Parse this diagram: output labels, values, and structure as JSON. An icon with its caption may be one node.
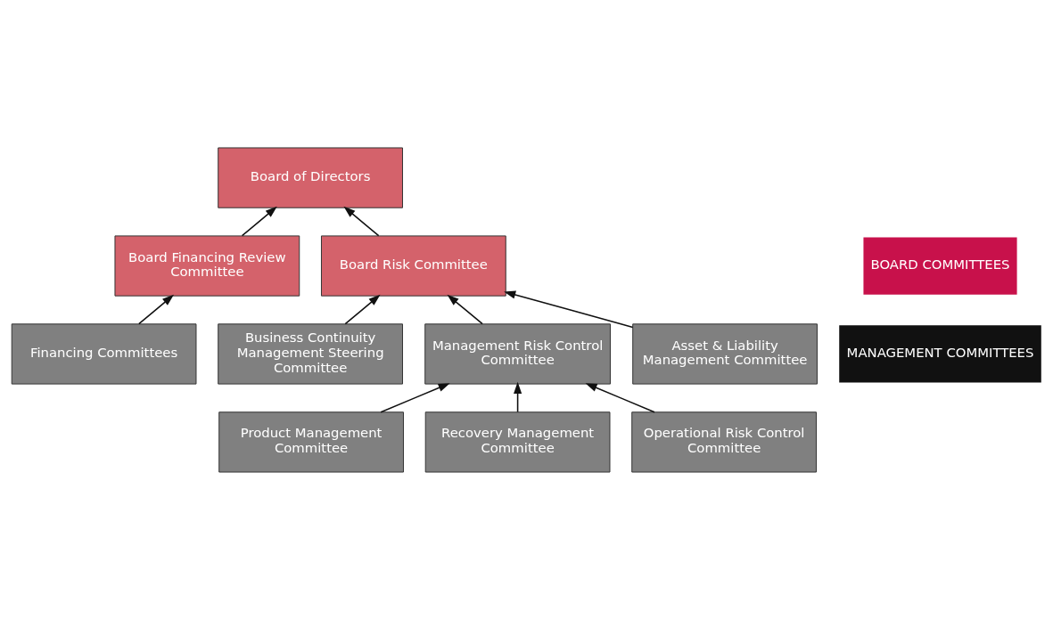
{
  "diagram": {
    "nodes": [
      {
        "text": [
          "Board of Directors"
        ]
      },
      {
        "text": [
          "Board Financing Review Committee"
        ]
      },
      {
        "text": [
          "Board Risk Committee"
        ]
      },
      {
        "text": [
          "Financing Committees"
        ]
      },
      {
        "text": [
          "Business Continuity Management Steering Committee"
        ]
      },
      {
        "text": [
          "Management Risk Control Committee"
        ]
      },
      {
        "text": [
          "Asset & Liability Management Committee"
        ]
      },
      {
        "text": [
          "Product Management Committee"
        ]
      },
      {
        "text": [
          "Recovery Management Committee"
        ]
      },
      {
        "text": [
          "Operational Risk Control Committee"
        ]
      }
    ],
    "edges": [
      {
        "from": 1,
        "to": 0,
        "arrow": "to"
      },
      {
        "from": 2,
        "to": 0,
        "arrow": "to"
      },
      {
        "from": 3,
        "to": 1,
        "arrow": "to"
      },
      {
        "from": 4,
        "to": 2,
        "arrow": "to"
      },
      {
        "from": 5,
        "to": 2,
        "arrow": "to"
      },
      {
        "from": 6,
        "to": 2,
        "arrow": "to"
      },
      {
        "from": 7,
        "to": 5,
        "arrow": "to"
      },
      {
        "from": 8,
        "to": 5,
        "arrow": "to"
      },
      {
        "from": 9,
        "to": 5,
        "arrow": "to"
      }
    ],
    "labels": [
      "BOARD COMMITTEES",
      "MANAGEMENT COMMITTEES"
    ]
  }
}
